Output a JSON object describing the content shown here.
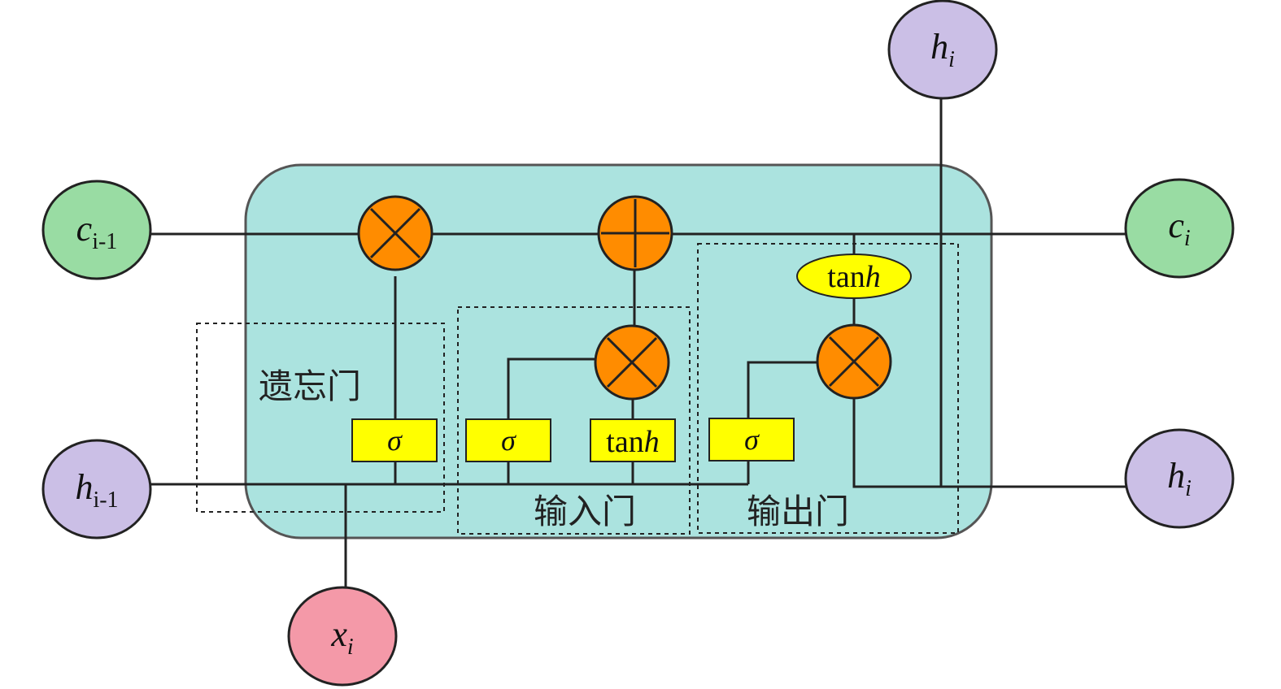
{
  "nodes": {
    "c_prev": {
      "base": "c",
      "sub": "i-1",
      "fill": "#99dca3"
    },
    "h_prev": {
      "base": "h",
      "sub": "i-1",
      "fill": "#cbbfe6"
    },
    "x": {
      "base": "x",
      "sub": "i",
      "fill": "#f499a8"
    },
    "c_out": {
      "base": "c",
      "sub": "i",
      "fill": "#99dca3"
    },
    "h_out": {
      "base": "h",
      "sub": "i",
      "fill": "#cbbfe6"
    },
    "h_top": {
      "base": "h",
      "sub": "i",
      "fill": "#cbbfe6"
    }
  },
  "gates": {
    "forget": "遗忘门",
    "input": "输入门",
    "output": "输出门"
  },
  "boxes": {
    "sigma": "σ",
    "tanh_prefix": "tan",
    "tanh_var": "h"
  },
  "colors": {
    "cell": "#abe3df",
    "cell_border": "#555555",
    "operator": "#ff8c00",
    "activation": "#ffff00",
    "line": "#222222"
  }
}
